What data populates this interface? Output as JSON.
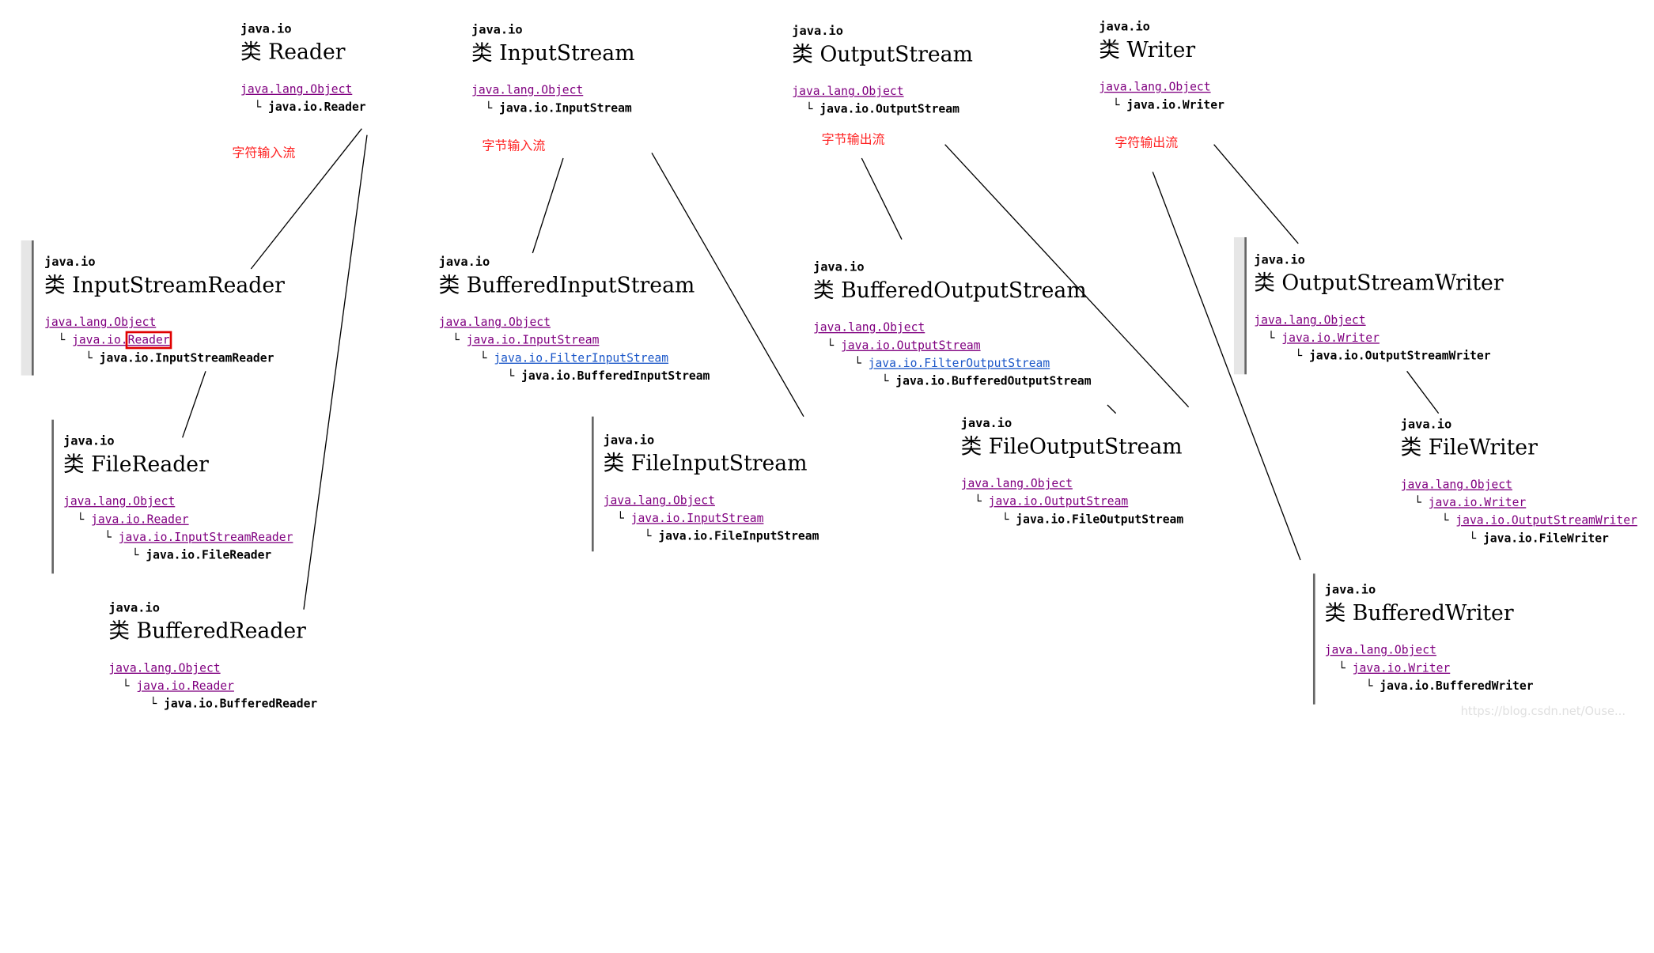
{
  "nodes": {
    "reader": {
      "pkg": "java.io",
      "title": "类 Reader",
      "tree": [
        {
          "text": "java.lang.Object",
          "kind": "link"
        },
        {
          "text": "java.io.Reader",
          "kind": "current"
        }
      ]
    },
    "inputstream": {
      "pkg": "java.io",
      "title": "类 InputStream",
      "tree": [
        {
          "text": "java.lang.Object",
          "kind": "link"
        },
        {
          "text": "java.io.InputStream",
          "kind": "current"
        }
      ]
    },
    "outputstream": {
      "pkg": "java.io",
      "title": "类 OutputStream",
      "tree": [
        {
          "text": "java.lang.Object",
          "kind": "link"
        },
        {
          "text": "java.io.OutputStream",
          "kind": "current"
        }
      ]
    },
    "writer": {
      "pkg": "java.io",
      "title": "类 Writer",
      "tree": [
        {
          "text": "java.lang.Object",
          "kind": "link"
        },
        {
          "text": "java.io.Writer",
          "kind": "current"
        }
      ]
    },
    "inputstreamreader": {
      "pkg": "java.io",
      "title": "类 InputStreamReader",
      "tree": [
        {
          "text": "java.lang.Object",
          "kind": "link"
        },
        {
          "text": "java.io.",
          "text2": "Reader",
          "kind": "link-boxed"
        },
        {
          "text": "java.io.InputStreamReader",
          "kind": "current"
        }
      ]
    },
    "bufferedinputstream": {
      "pkg": "java.io",
      "title": "类 BufferedInputStream",
      "tree": [
        {
          "text": "java.lang.Object",
          "kind": "link"
        },
        {
          "text": "java.io.InputStream",
          "kind": "link"
        },
        {
          "text": "java.io.FilterInputStream",
          "kind": "link-blue"
        },
        {
          "text": "java.io.BufferedInputStream",
          "kind": "current"
        }
      ]
    },
    "bufferedoutputstream": {
      "pkg": "java.io",
      "title": "类 BufferedOutputStream",
      "tree": [
        {
          "text": "java.lang.Object",
          "kind": "link"
        },
        {
          "text": "java.io.OutputStream",
          "kind": "link"
        },
        {
          "text": "java.io.FilterOutputStream",
          "kind": "link-blue"
        },
        {
          "text": "java.io.BufferedOutputStream",
          "kind": "current"
        }
      ]
    },
    "outputstreamwriter": {
      "pkg": "java.io",
      "title": "类 OutputStreamWriter",
      "tree": [
        {
          "text": "java.lang.Object",
          "kind": "link"
        },
        {
          "text": "java.io.Writer",
          "kind": "link"
        },
        {
          "text": "java.io.OutputStreamWriter",
          "kind": "current"
        }
      ]
    },
    "filereader": {
      "pkg": "java.io",
      "title": "类 FileReader",
      "tree": [
        {
          "text": "java.lang.Object",
          "kind": "link"
        },
        {
          "text": "java.io.Reader",
          "kind": "link"
        },
        {
          "text": "java.io.InputStreamReader",
          "kind": "link"
        },
        {
          "text": "java.io.FileReader",
          "kind": "current"
        }
      ]
    },
    "fileinputstream": {
      "pkg": "java.io",
      "title": "类 FileInputStream",
      "tree": [
        {
          "text": "java.lang.Object",
          "kind": "link"
        },
        {
          "text": "java.io.InputStream",
          "kind": "link"
        },
        {
          "text": "java.io.FileInputStream",
          "kind": "current"
        }
      ]
    },
    "fileoutputstream": {
      "pkg": "java.io",
      "title": "类 FileOutputStream",
      "tree": [
        {
          "text": "java.lang.Object",
          "kind": "link"
        },
        {
          "text": "java.io.OutputStream",
          "kind": "link"
        },
        {
          "text": "java.io.FileOutputStream",
          "kind": "current"
        }
      ]
    },
    "filewriter": {
      "pkg": "java.io",
      "title": "类 FileWriter",
      "tree": [
        {
          "text": "java.lang.Object",
          "kind": "link"
        },
        {
          "text": "java.io.Writer",
          "kind": "link"
        },
        {
          "text": "java.io.OutputStreamWriter",
          "kind": "link"
        },
        {
          "text": "java.io.FileWriter",
          "kind": "current"
        }
      ]
    },
    "bufferedreader": {
      "pkg": "java.io",
      "title": "类 BufferedReader",
      "tree": [
        {
          "text": "java.lang.Object",
          "kind": "link"
        },
        {
          "text": "java.io.Reader",
          "kind": "link"
        },
        {
          "text": "java.io.BufferedReader",
          "kind": "current"
        }
      ]
    },
    "bufferedwriter": {
      "pkg": "java.io",
      "title": "类 BufferedWriter",
      "tree": [
        {
          "text": "java.lang.Object",
          "kind": "link"
        },
        {
          "text": "java.io.Writer",
          "kind": "link"
        },
        {
          "text": "java.io.BufferedWriter",
          "kind": "current"
        }
      ]
    }
  },
  "notes": {
    "char_input": "字符输入流",
    "byte_input": "字节输入流",
    "byte_output": "字节输出流",
    "char_output": "字符输出流"
  },
  "watermark": "https://blog.csdn.net/Ouse..."
}
